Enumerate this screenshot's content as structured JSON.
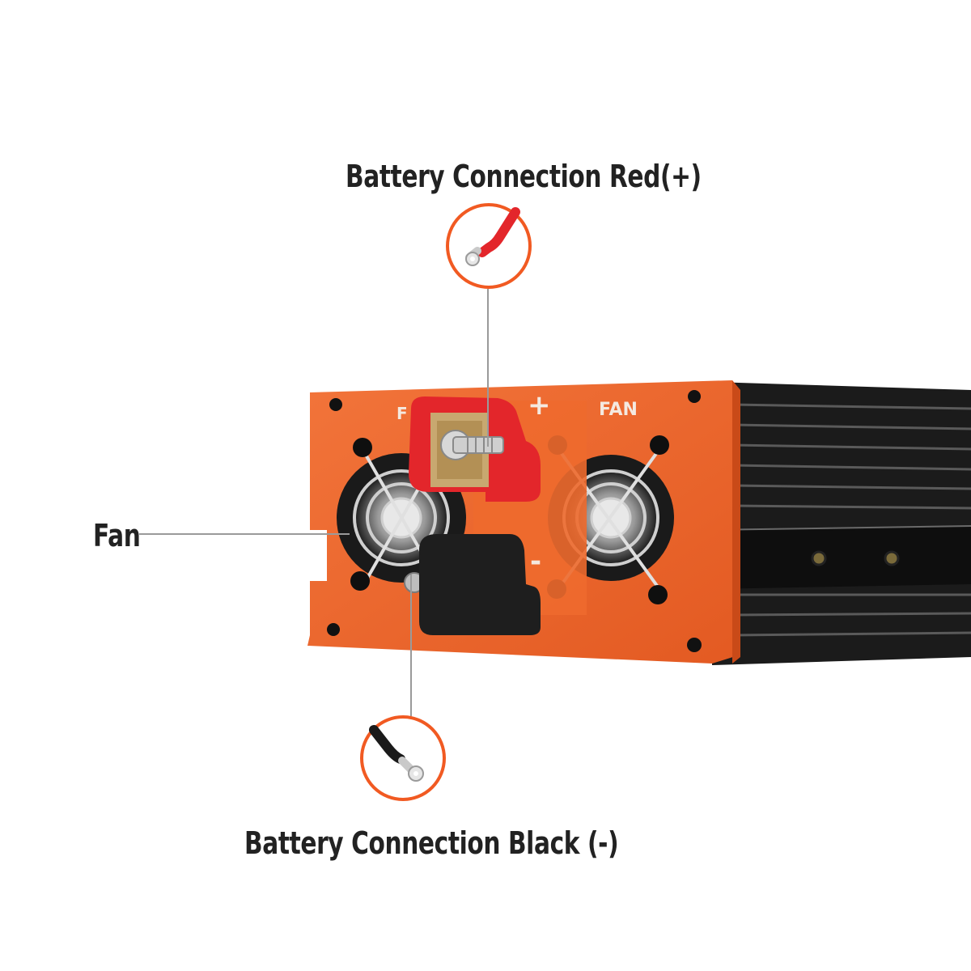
{
  "callouts": {
    "red": {
      "label": "Battery Connection Red(+)",
      "icon": "red-cable-lug-icon"
    },
    "black": {
      "label": "Battery Connection Black (-)",
      "icon": "black-cable-lug-icon"
    },
    "fan": {
      "label": "Fan"
    }
  },
  "panel": {
    "fan_label_right": "FAN",
    "fan_label_left": "F",
    "plus_sign": "+",
    "minus_sign": "-"
  },
  "colors": {
    "accent": "#f15a22",
    "panel": "#ee6a2e",
    "body": "#1c1c1c",
    "red_terminal": "#e3262b"
  }
}
